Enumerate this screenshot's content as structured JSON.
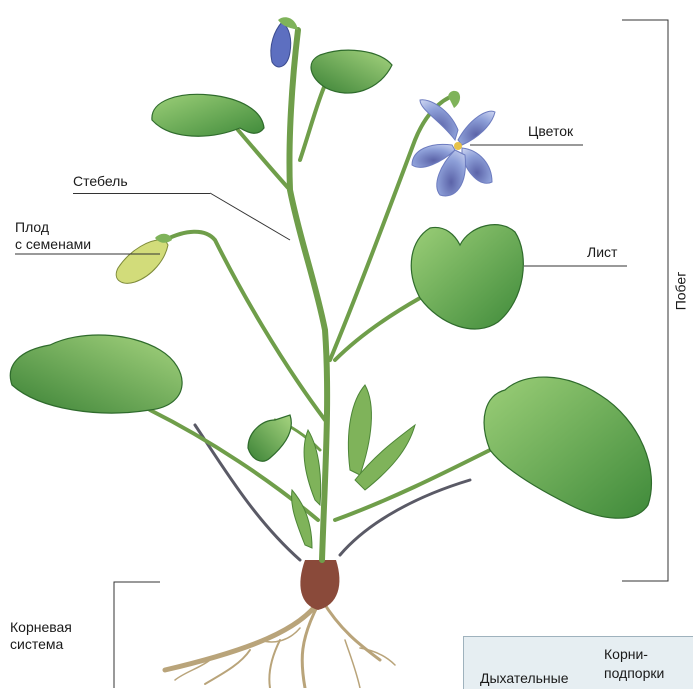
{
  "labels": {
    "stem": "Стебель",
    "fruit_line1": "Плод",
    "fruit_line2": "с семенами",
    "flower": "Цветок",
    "leaf": "Лист",
    "shoot": "Побег",
    "root_line1": "Корневая",
    "root_line2": "система"
  },
  "panel": {
    "breathing": "Дыхательные",
    "prop_line1": "Корни-",
    "prop_line2": "подпорки"
  },
  "colors": {
    "leaf_dark": "#3f8a3a",
    "leaf_light": "#86c06a",
    "stem": "#6f9e4a",
    "petal": "#8d9fd8",
    "root": "#b9a47a",
    "root_base": "#8a4a3a"
  }
}
